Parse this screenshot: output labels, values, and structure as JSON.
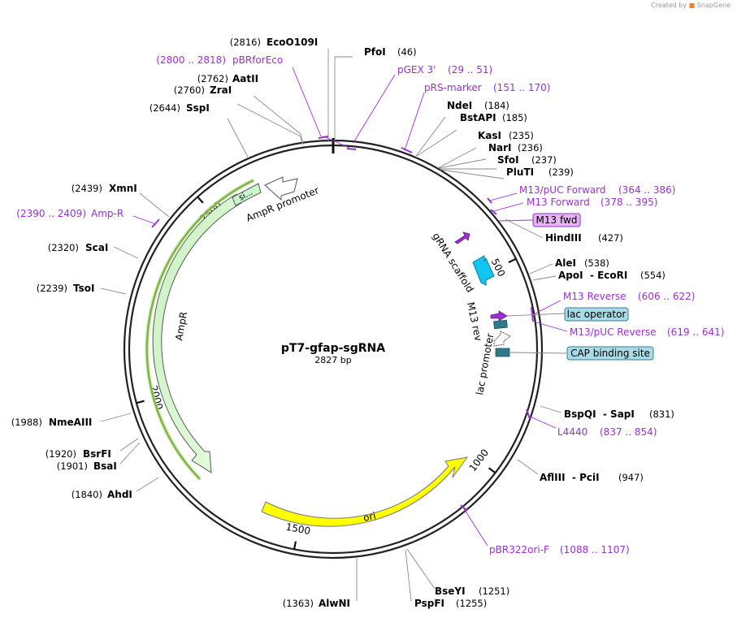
{
  "credit": {
    "prefix": "Created by",
    "brand": "SnapGene"
  },
  "plasmid": {
    "name": "pT7-gfap-sgRNA",
    "length_label": "2827 bp",
    "length": 2827
  },
  "ticks": [
    {
      "pos": 500,
      "label": "500"
    },
    {
      "pos": 1000,
      "label": "1000"
    },
    {
      "pos": 1500,
      "label": "1500"
    },
    {
      "pos": 2000,
      "label": "2000"
    },
    {
      "pos": 2500,
      "label": "2500"
    }
  ],
  "enzymes": [
    {
      "name": "PfoI",
      "pos_label": "(46)",
      "pos": 46
    },
    {
      "name": "NdeI",
      "pos_label": "(184)",
      "pos": 184
    },
    {
      "name": "BstAPI",
      "pos_label": "(185)",
      "pos": 185
    },
    {
      "name": "KasI",
      "pos_label": "(235)",
      "pos": 235
    },
    {
      "name": "NarI",
      "pos_label": "(236)",
      "pos": 236
    },
    {
      "name": "SfoI",
      "pos_label": "(237)",
      "pos": 237
    },
    {
      "name": "PluTI",
      "pos_label": "(239)",
      "pos": 239
    },
    {
      "name": "HindIII",
      "pos_label": "(427)",
      "pos": 427
    },
    {
      "name": "AleI",
      "pos_label": "(538)",
      "pos": 538
    },
    {
      "name": "ApoI  - EcoRI",
      "pos_label": "(554)",
      "pos": 554
    },
    {
      "name": "BspQI  - SapI",
      "pos_label": "(831)",
      "pos": 831
    },
    {
      "name": "AflIII  - PciI",
      "pos_label": "(947)",
      "pos": 947
    },
    {
      "name": "BseYI",
      "pos_label": "(1251)",
      "pos": 1251
    },
    {
      "name": "PspFI",
      "pos_label": "(1255)",
      "pos": 1255
    },
    {
      "name": "AlwNI",
      "pos_label": "(1363)",
      "pos": 1363
    },
    {
      "name": "AhdI",
      "pos_label": "(1840)",
      "pos": 1840
    },
    {
      "name": "BsaI",
      "pos_label": "(1901)",
      "pos": 1901
    },
    {
      "name": "BsrFI",
      "pos_label": "(1920)",
      "pos": 1920
    },
    {
      "name": "NmeAIII",
      "pos_label": "(1988)",
      "pos": 1988
    },
    {
      "name": "TsoI",
      "pos_label": "(2239)",
      "pos": 2239
    },
    {
      "name": "ScaI",
      "pos_label": "(2320)",
      "pos": 2320
    },
    {
      "name": "XmnI",
      "pos_label": "(2439)",
      "pos": 2439
    },
    {
      "name": "SspI",
      "pos_label": "(2644)",
      "pos": 2644
    },
    {
      "name": "ZraI",
      "pos_label": "(2760)",
      "pos": 2760
    },
    {
      "name": "AatII",
      "pos_label": "(2762)",
      "pos": 2762
    },
    {
      "name": "EcoO109I",
      "pos_label": "(2816)",
      "pos": 2816
    }
  ],
  "primers": [
    {
      "name": "pGEX 3'",
      "range": "(29 .. 51)",
      "start": 29,
      "end": 51
    },
    {
      "name": "pRS-marker",
      "range": "(151 .. 170)",
      "start": 151,
      "end": 170
    },
    {
      "name": "M13/pUC Forward",
      "range": "(364 .. 386)",
      "start": 364,
      "end": 386
    },
    {
      "name": "M13 Forward",
      "range": "(378 .. 395)",
      "start": 378,
      "end": 395
    },
    {
      "name": "M13 Reverse",
      "range": "(606 .. 622)",
      "start": 606,
      "end": 622
    },
    {
      "name": "M13/pUC Reverse",
      "range": "(619 .. 641)",
      "start": 619,
      "end": 641
    },
    {
      "name": "L4440",
      "range": "(837 .. 854)",
      "start": 837,
      "end": 854
    },
    {
      "name": "pBR322ori-F",
      "range": "(1088 .. 1107)",
      "start": 1088,
      "end": 1107
    },
    {
      "name": "Amp-R",
      "range": "(2390 .. 2409)",
      "start": 2390,
      "end": 2409
    },
    {
      "name": "pBRforEco",
      "range": "(2800 .. 2818)",
      "start": 2800,
      "end": 2818
    }
  ],
  "badges": [
    {
      "name": "M13 fwd",
      "fill": "#e6b3f2",
      "stroke": "#9b2fd1"
    },
    {
      "name": "lac operator",
      "fill": "#a8dbe6",
      "stroke": "#3a7f8f"
    },
    {
      "name": "CAP binding site",
      "fill": "#a8dbe6",
      "stroke": "#3a7f8f"
    }
  ],
  "features": [
    {
      "name": "AmpR",
      "color": "#ccf5cc"
    },
    {
      "name": "AmpR promoter",
      "color": "#ffffff"
    },
    {
      "name": "si...",
      "color": "#ccf5cc"
    },
    {
      "name": "ori",
      "color": "#ffff00"
    },
    {
      "name": "gRNA scaffold",
      "color": "#9b2fd1"
    },
    {
      "name": "M13 rev",
      "color": "#9b2fd1"
    },
    {
      "name": "lac promoter",
      "color": "#ffffff"
    },
    {
      "name": "sgRNA arrow",
      "color": "#10c6f0"
    },
    {
      "name": "lac operator mark",
      "color": "#2e7a8a"
    },
    {
      "name": "CAP site mark",
      "color": "#2e7a8a"
    }
  ],
  "colors": {
    "primer": "#9b2fd1",
    "backbone": "#222222",
    "orf_line": "#2b6a0e"
  }
}
